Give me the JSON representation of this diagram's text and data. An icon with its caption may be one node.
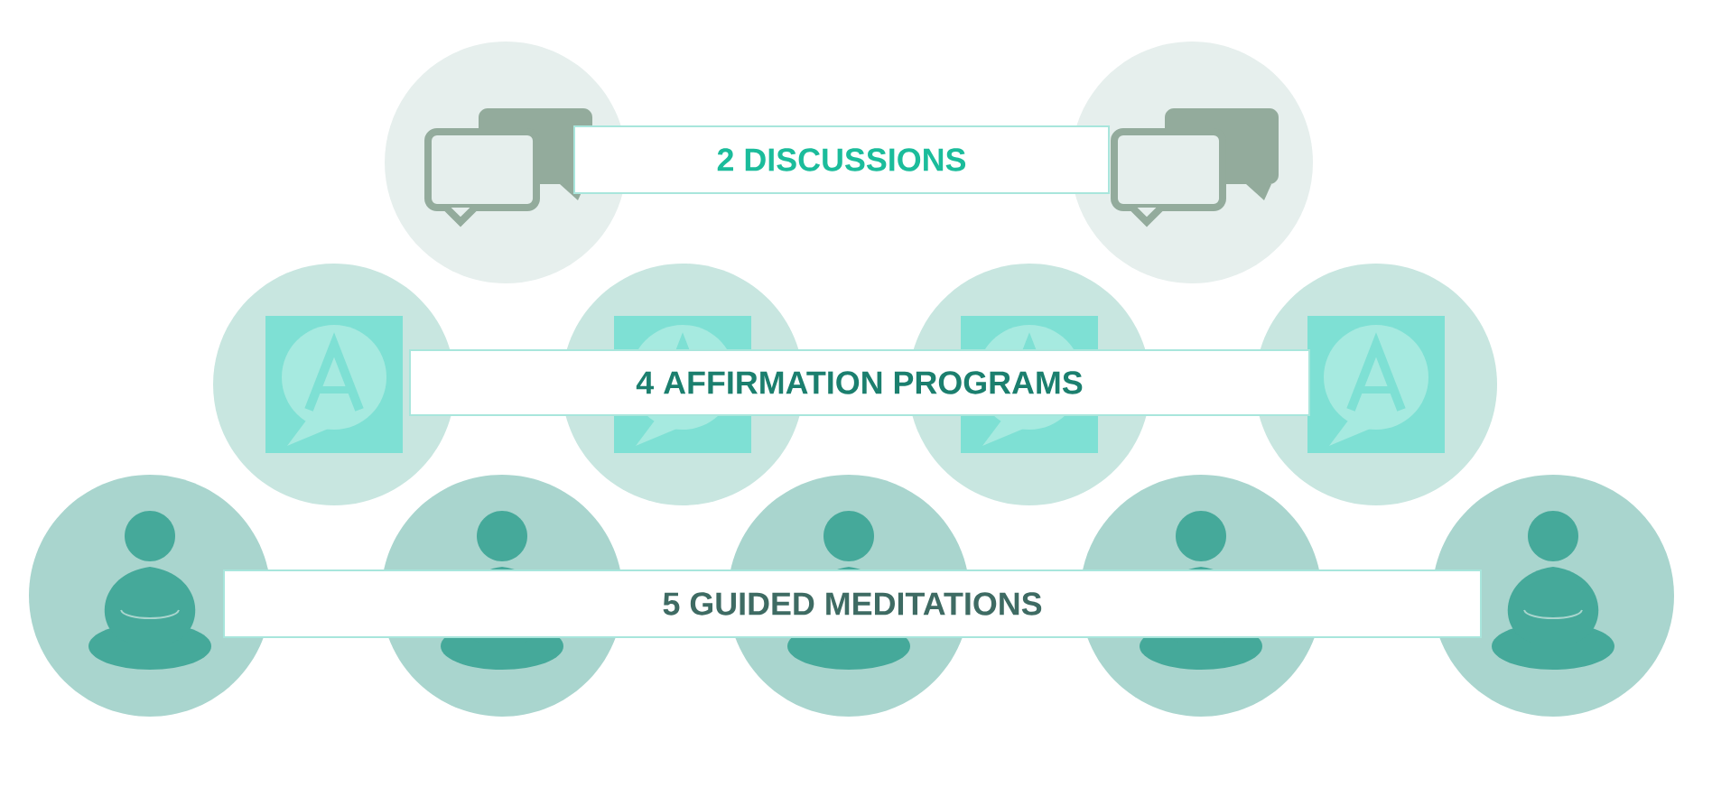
{
  "diagram": {
    "nodes": [
      {
        "text": [
          "2 DISCUSSIONS"
        ]
      },
      {
        "text": [
          "4 AFFIRMATION PROGRAMS"
        ]
      },
      {
        "text": [
          "5 GUIDED MEDITATIONS"
        ]
      }
    ]
  }
}
